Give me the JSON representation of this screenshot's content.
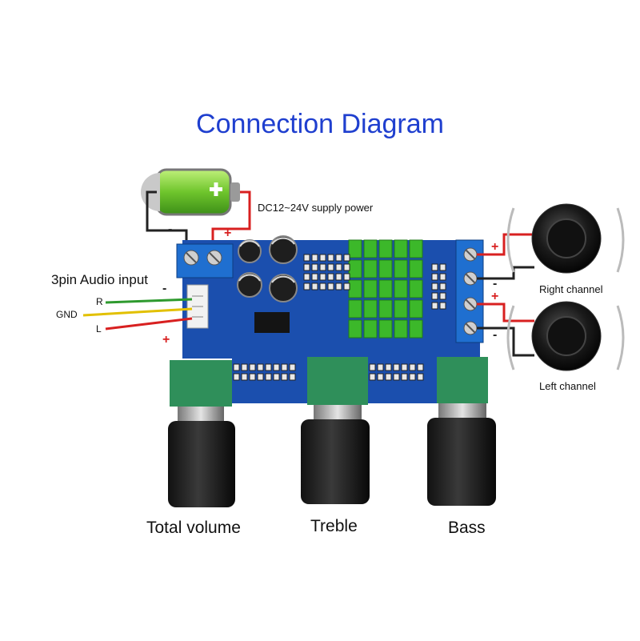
{
  "title": "Connection Diagram",
  "power": {
    "label": "DC12~24V  supply power",
    "minus": "-",
    "plus": "+"
  },
  "audio_input": {
    "label": "3pin Audio input",
    "pin_r": "R",
    "pin_gnd": "GND",
    "pin_l": "L",
    "minus": "-",
    "plus": "+"
  },
  "speakers": {
    "right": {
      "label": "Right channel",
      "plus": "+",
      "minus": "-"
    },
    "left": {
      "label": "Left channel",
      "plus": "+",
      "minus": "-"
    }
  },
  "knobs": {
    "volume": "Total volume",
    "treble": "Treble",
    "bass": "Bass"
  },
  "colors": {
    "title": "#1f3fcf",
    "pcb": "#1b4fae",
    "heatsink": "#3cb82a",
    "terminal": "#1f6fd0",
    "wire_red": "#d82020",
    "wire_black": "#222222",
    "wire_green": "#2e9a2e",
    "wire_yellow": "#e2c000",
    "battery": "#7fd13b"
  }
}
